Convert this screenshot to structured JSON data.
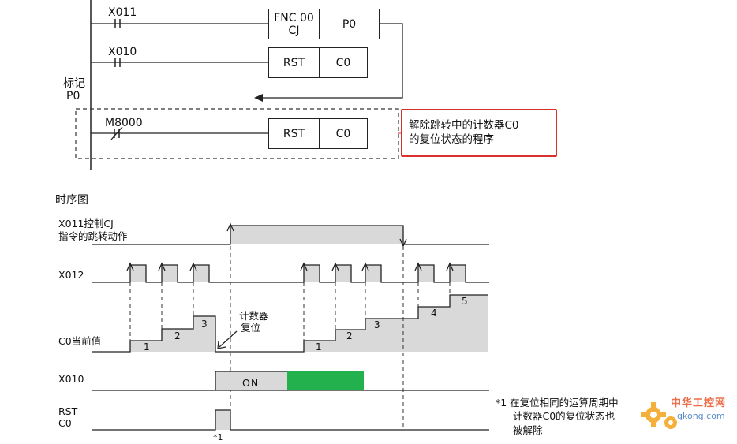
{
  "ladder": {
    "rung1_contact": "X011",
    "fnc_line1": "FNC 00",
    "fnc_line2": "CJ",
    "fnc_operand": "P0",
    "rung2_contact": "X010",
    "rst_label": "RST",
    "counter": "C0",
    "marker_line1": "标记",
    "marker_line2": "P0",
    "rung3_contact": "M8000",
    "note_line1": "解除跳转中的计数器C0",
    "note_line2": "的复位状态的程序"
  },
  "timing": {
    "title": "时序图",
    "cj_label_line1": "X011控制CJ",
    "cj_label_line2": "指令的跳转动作",
    "x012_label": "X012",
    "c0_label": "C0当前值",
    "reset_note_line1": "计数器",
    "reset_note_line2": "复位",
    "steps_before": [
      "1",
      "2",
      "3"
    ],
    "steps_after": [
      "1",
      "2",
      "3",
      "4",
      "5"
    ],
    "x010_label": "X010",
    "on_label": "ON",
    "rst_line1": "RST",
    "rst_line2": "C0",
    "footnote_mark": "*1",
    "footnote_line1": "*1  在复位相同的运算周期中",
    "footnote_line2": "计数器C0的复位状态也",
    "footnote_line3": "被解除"
  },
  "colors": {
    "on_highlight": "#22b14c",
    "note_border": "#d9302c",
    "fill_gray": "#d9d9d9"
  },
  "watermark": {
    "brand": "中华工控网",
    "url": "gkong.com"
  }
}
